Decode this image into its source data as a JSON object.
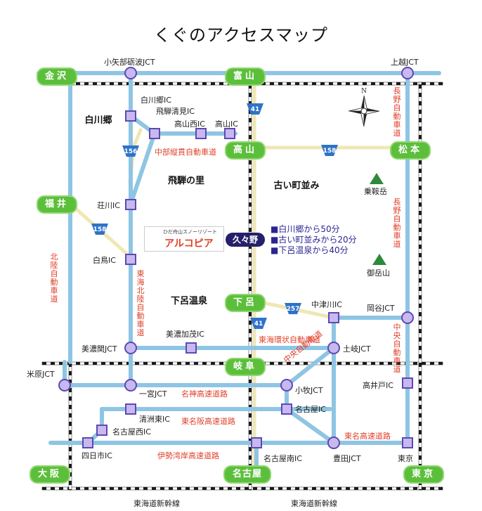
{
  "title": "くぐのアクセスマップ",
  "cities": {
    "kanazawa": "金沢",
    "toyama": "富山",
    "takayama": "高山",
    "matsumoto": "松本",
    "fukui": "福井",
    "gero": "下呂",
    "gifu": "岐阜",
    "osaka": "大阪",
    "nagoya": "名古屋",
    "tokyo": "東京"
  },
  "areas": {
    "shirakawago": "白川郷",
    "hida_no_sato": "飛騨の里",
    "furui_machinami": "古い町並み",
    "gero_onsen": "下呂温泉"
  },
  "destination": "久々野",
  "legend": [
    "■白川郷から50分",
    "■古い町並みから20分",
    "■下呂温泉から40分"
  ],
  "logo": {
    "sub": "ひだ舟山スノーリゾート",
    "main": "アルコピア"
  },
  "mountains": {
    "norikura": "乗鞍岳",
    "ontake": "御岳山"
  },
  "compass_north": "N",
  "route_numbers": {
    "r41a": "41",
    "r41b": "41",
    "r156": "156",
    "r158a": "158",
    "r158b": "158",
    "r257": "257"
  },
  "junctions": {
    "koyabe": "小矢部砺波JCT",
    "joetsu": "上越JCT",
    "shirakawago_ic": "白川郷IC",
    "hida_kiyomi": "飛騨清見IC",
    "takayama_nishi": "高山西IC",
    "takayama_ic": "高山IC",
    "shogawa": "荘川IC",
    "shirotori": "白鳥IC",
    "nakatsugawa": "中津川IC",
    "okaya": "岡谷JCT",
    "mino_kamo": "美濃加茂IC",
    "mino_seki": "美濃関JCT",
    "toki": "土岐JCT",
    "maibara": "米原JCT",
    "ichinomiya": "一宮JCT",
    "komaki": "小牧JCT",
    "takaido": "高井戸IC",
    "kiyosu_higashi": "清洲東IC",
    "nagoya_ic": "名古屋IC",
    "nagoya_nishi": "名古屋西IC",
    "yokkaichi": "四日市IC",
    "nagoya_minami": "名古屋南IC",
    "toyota": "豊田JCT",
    "tokyo_ic": "東京"
  },
  "roads": {
    "chubu_jukan": "中部縦貫自動車道",
    "tokai_kanjo": "東海環状自動車道",
    "chuo": "中央自動車道",
    "meishin": "名神高速道路",
    "meihan": "東名阪高速道路",
    "tomei": "東名高速道路",
    "isewangan": "伊勢湾岸高速道路",
    "nagano": "長野自動車道",
    "nagano2": "長野自動車道",
    "hokuriku": "北陸自動車道",
    "tokai_hokuriku": "東海北陸自動車道"
  },
  "shinkansen": {
    "left": "東海道新幹線",
    "right": "東海道新幹線"
  }
}
